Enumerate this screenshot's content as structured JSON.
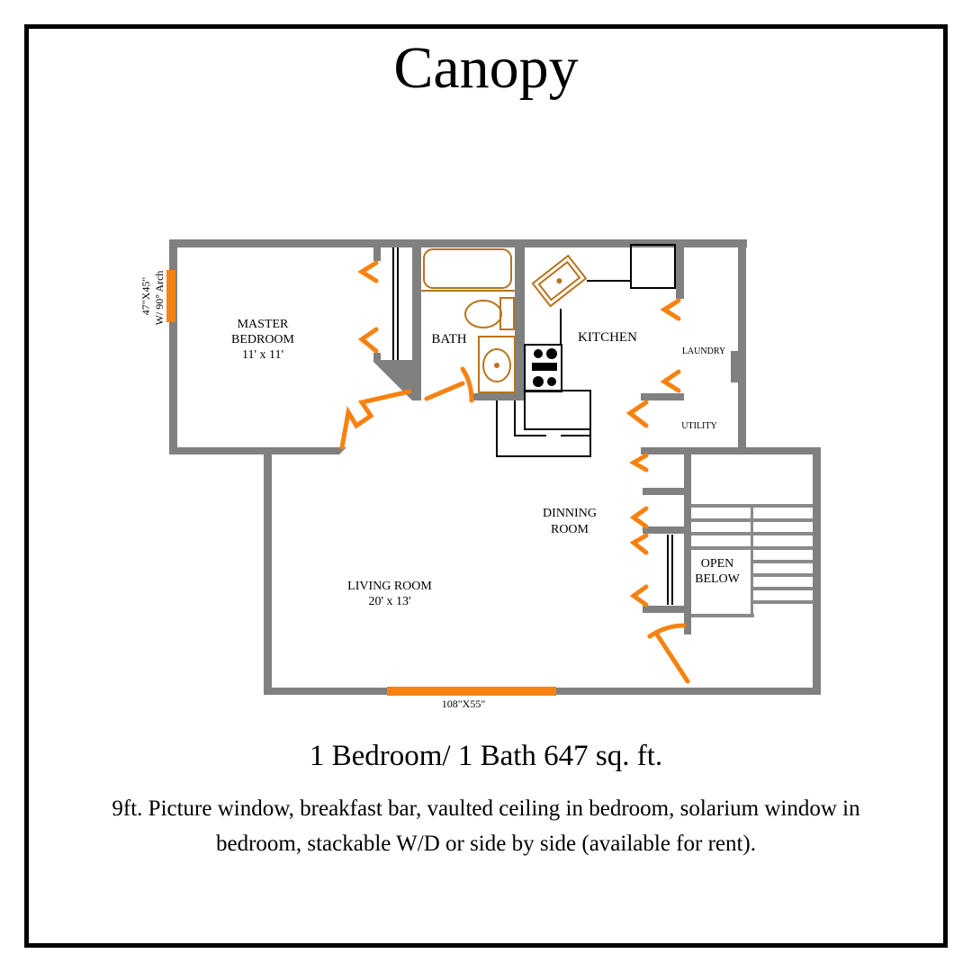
{
  "title": "Canopy",
  "rooms": {
    "master_bedroom_line1": "MASTER",
    "master_bedroom_line2": "BEDROOM",
    "master_bedroom_size": "11' x 11'",
    "bath": "BATH",
    "kitchen": "KITCHEN",
    "laundry": "LAUNDRY",
    "utility": "UTILITY",
    "dining_line1": "DINNING",
    "dining_line2": "ROOM",
    "living_room": "LIVING ROOM",
    "living_room_size": "20' x 13'",
    "open_below_line1": "OPEN",
    "open_below_line2": "BELOW"
  },
  "windows": {
    "bedroom_window_line1": "47\"X45\"",
    "bedroom_window_line2": "W/ 90° Arch",
    "living_window": "108\"X55\""
  },
  "summary": "1 Bedroom/ 1 Bath 647 sq. ft.",
  "description_line1": "9ft. Picture window, breakfast bar, vaulted ceiling in bedroom, solarium window in",
  "description_line2": "bedroom, stackable W/D or side by side (available for rent).",
  "colors": {
    "wall": "#808080",
    "door": "#f7820f",
    "fixture": "#b8731e",
    "frame": "#000000"
  }
}
